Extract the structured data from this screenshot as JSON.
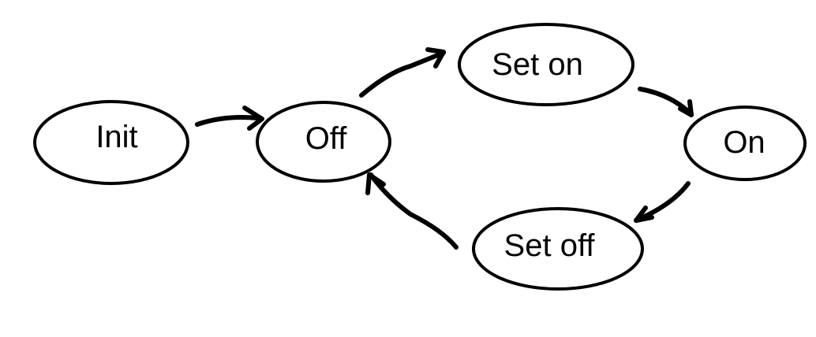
{
  "diagram": {
    "type": "state-machine",
    "colors": {
      "stroke": "#000000",
      "background": "#ffffff",
      "text": "#000000"
    },
    "nodes": {
      "init": {
        "label": "Init"
      },
      "off": {
        "label": "Off"
      },
      "set_on": {
        "label": "Set on"
      },
      "on": {
        "label": "On"
      },
      "set_off": {
        "label": "Set off"
      }
    },
    "edges": [
      {
        "from": "Init",
        "to": "Off"
      },
      {
        "from": "Off",
        "to": "Set on"
      },
      {
        "from": "Set on",
        "to": "On"
      },
      {
        "from": "On",
        "to": "Set off"
      },
      {
        "from": "Set off",
        "to": "Off"
      }
    ]
  }
}
